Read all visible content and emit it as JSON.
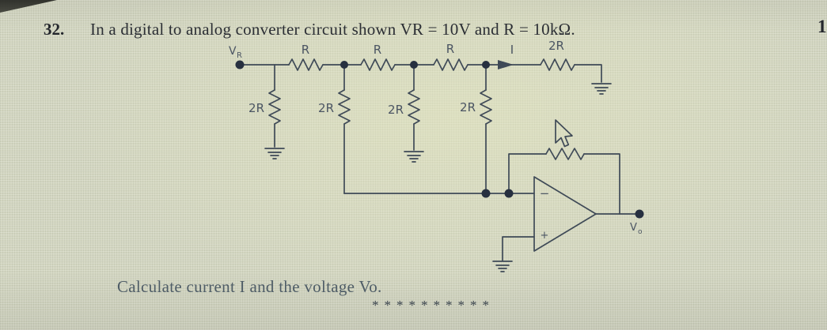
{
  "problem": {
    "number": "32.",
    "statement": "In a digital to analog converter circuit shown VR = 10V and R = 10kΩ.",
    "question": "Calculate current I and the voltage Vo.",
    "separator": "**********",
    "edge_fragment": "1"
  },
  "circuit": {
    "source": {
      "main": "V",
      "sub": "R"
    },
    "series_resistors": [
      "R",
      "R",
      "R"
    ],
    "current_label": "I",
    "termination_resistor": "2R",
    "shunt_resistors": [
      "2R",
      "2R",
      "2R",
      "2R"
    ],
    "opamp": {
      "inverting": "−",
      "noninverting": "+"
    },
    "output": {
      "main": "V",
      "sub": "o"
    },
    "icons": [
      "ground-icon",
      "current-arrow-icon",
      "mouse-cursor-icon"
    ]
  },
  "colors": {
    "background": "#d7dac5",
    "ink": "#2b2e34",
    "circuit": "#3f4a57",
    "label": "#4b5563",
    "muted": "#4e5c66"
  }
}
